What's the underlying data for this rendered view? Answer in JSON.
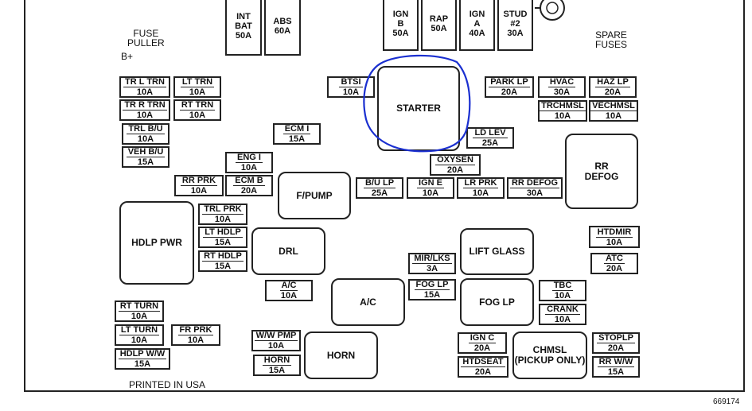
{
  "labels": {
    "fuse_puller": [
      "FUSE",
      "PULLER"
    ],
    "b_plus": "B+",
    "spare_fuses": [
      "SPARE",
      "FUSES"
    ],
    "printed": "PRINTED IN USA",
    "figure_id": "669174"
  },
  "top_fuses": [
    [
      "INT",
      "BAT",
      "50A"
    ],
    [
      "ABS",
      "",
      "60A"
    ],
    [
      "IGN",
      "B",
      "50A"
    ],
    [
      "RAP",
      "",
      "50A"
    ],
    [
      "IGN",
      "A",
      "40A"
    ],
    [
      "STUD",
      "#2",
      "30A"
    ]
  ],
  "fuses": [
    [
      "TR L TRN",
      "10A"
    ],
    [
      "LT TRN",
      "10A"
    ],
    [
      "TR R TRN",
      "10A"
    ],
    [
      "RT TRN",
      "10A"
    ],
    [
      "TRL B/U",
      "10A"
    ],
    [
      "VEH B/U",
      "15A"
    ],
    [
      "BTSI",
      "10A"
    ],
    [
      "ECM I",
      "15A"
    ],
    [
      "ENG I",
      "10A"
    ],
    [
      "RR PRK",
      "10A"
    ],
    [
      "ECM B",
      "20A"
    ],
    [
      "PARK LP",
      "20A"
    ],
    [
      "HVAC",
      "30A"
    ],
    [
      "HAZ LP",
      "20A"
    ],
    [
      "TRCHMSL",
      "10A"
    ],
    [
      "VECHMSL",
      "10A"
    ],
    [
      "LD LEV",
      "25A"
    ],
    [
      "OXYSEN",
      "20A"
    ],
    [
      "B/U LP",
      "25A"
    ],
    [
      "IGN E",
      "10A"
    ],
    [
      "LR PRK",
      "10A"
    ],
    [
      "RR DEFOG",
      "30A"
    ],
    [
      "TRL PRK",
      "10A"
    ],
    [
      "LT HDLP",
      "15A"
    ],
    [
      "RT HDLP",
      "15A"
    ],
    [
      "HTDMIR",
      "10A"
    ],
    [
      "ATC",
      "20A"
    ],
    [
      "MIR/LKS",
      "3A"
    ],
    [
      "A/C",
      "10A"
    ],
    [
      "FOG LP",
      "15A"
    ],
    [
      "TBC",
      "10A"
    ],
    [
      "CRANK",
      "10A"
    ],
    [
      "RT TURN",
      "10A"
    ],
    [
      "LT TURN",
      "10A"
    ],
    [
      "FR PRK",
      "10A"
    ],
    [
      "HDLP W/W",
      "15A"
    ],
    [
      "W/W PMP",
      "10A"
    ],
    [
      "HORN",
      "15A"
    ],
    [
      "IGN C",
      "20A"
    ],
    [
      "HTDSEAT",
      "20A"
    ],
    [
      "STOPLP",
      "20A"
    ],
    [
      "RR W/W",
      "15A"
    ]
  ],
  "relays": [
    [
      "STARTER"
    ],
    [
      "RR",
      "DEFOG"
    ],
    [
      "F/PUMP"
    ],
    [
      "HDLP PWR"
    ],
    [
      "DRL"
    ],
    [
      "LIFT GLASS"
    ],
    [
      "A/C"
    ],
    [
      "FOG LP"
    ],
    [
      "HORN"
    ],
    [
      "CHMSL",
      "(PICKUP ONLY)"
    ]
  ],
  "colors": {
    "line": "#222222",
    "highlight_circle": "#1a2fd0",
    "background": "#ffffff"
  }
}
